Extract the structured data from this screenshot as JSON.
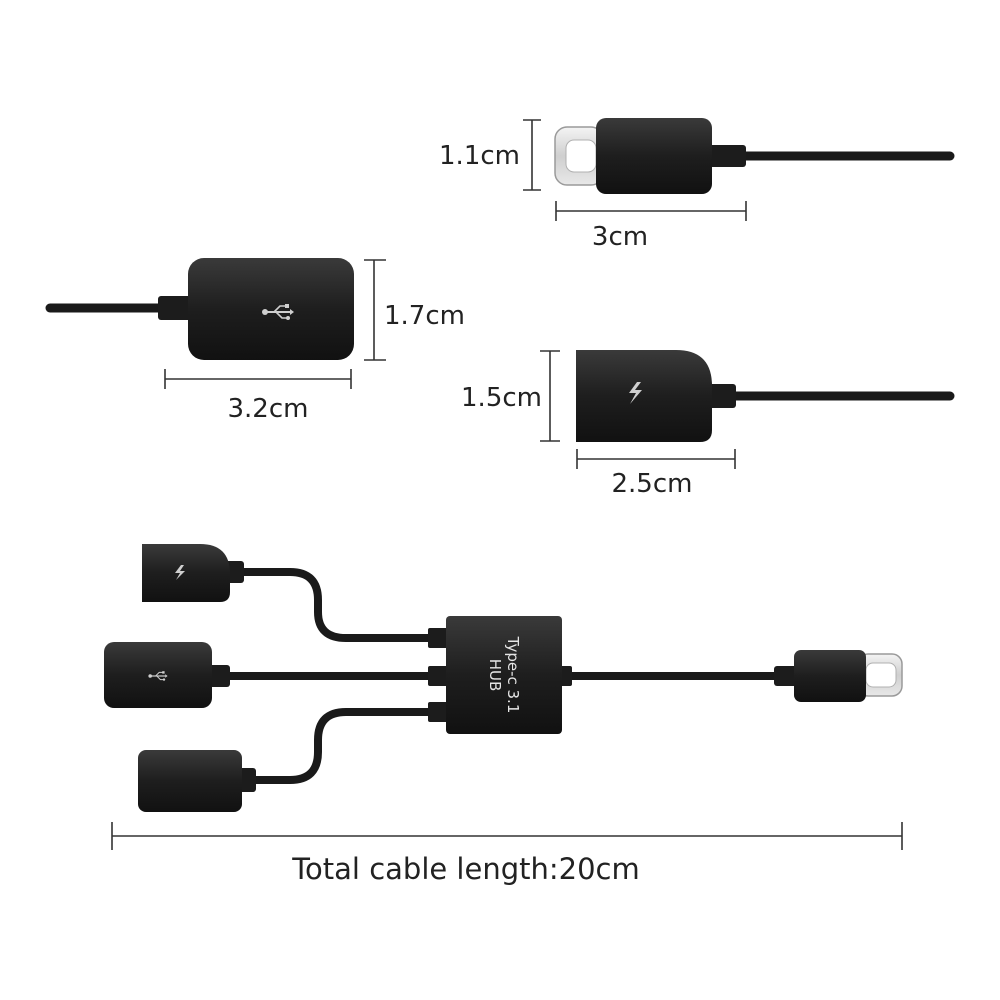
{
  "dimensions": {
    "typec_height": "1.1cm",
    "typec_length": "3cm",
    "usb_height": "1.7cm",
    "usb_length": "3.2cm",
    "power_height": "1.5cm",
    "power_length": "2.5cm"
  },
  "hub": {
    "line1": "Type-c 3.1",
    "line2": "HUB"
  },
  "total_length": "Total cable length:20cm",
  "icons": [
    "usb-trident-icon",
    "lightning-bolt-icon"
  ]
}
